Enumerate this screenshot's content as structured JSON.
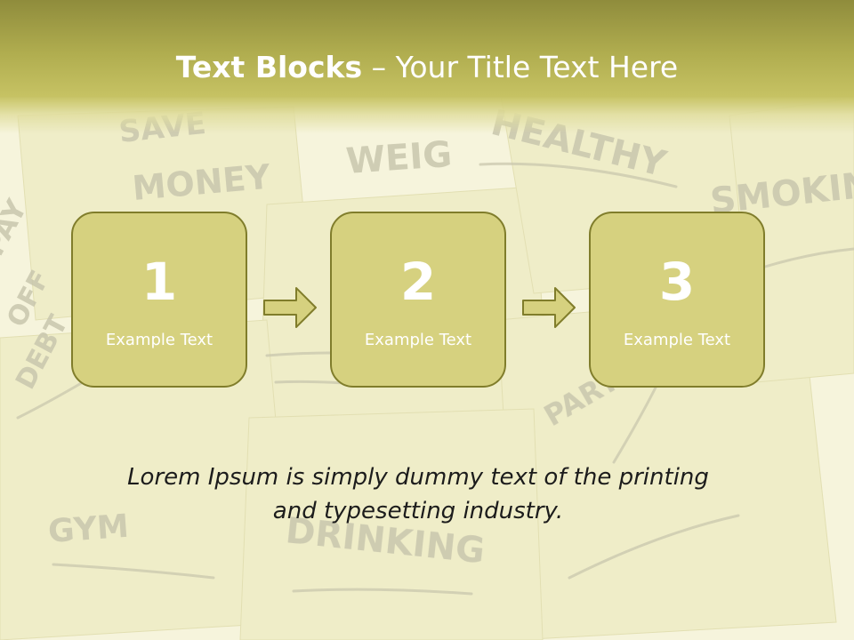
{
  "title": {
    "bold": "Text Blocks",
    "rest": " – Your Title Text Here"
  },
  "blocks": [
    {
      "number": "1",
      "label": "Example Text"
    },
    {
      "number": "2",
      "label": "Example Text"
    },
    {
      "number": "3",
      "label": "Example Text"
    }
  ],
  "caption": {
    "line1": "Lorem Ipsum is simply dummy text of the printing",
    "line2": "and typesetting industry."
  },
  "background_words": [
    "SAVE",
    "MONEY",
    "WEIG",
    "HEALTHY",
    "SMOKING",
    "PAY",
    "OFF",
    "DEBT",
    "GYM",
    "DRINKING",
    "PARTY"
  ],
  "colors": {
    "title_band": "#a8a447",
    "block_fill": "#d6d17f",
    "block_border": "#807d2b",
    "arrow_fill": "#d6d17f",
    "background": "#f4f2d6"
  }
}
